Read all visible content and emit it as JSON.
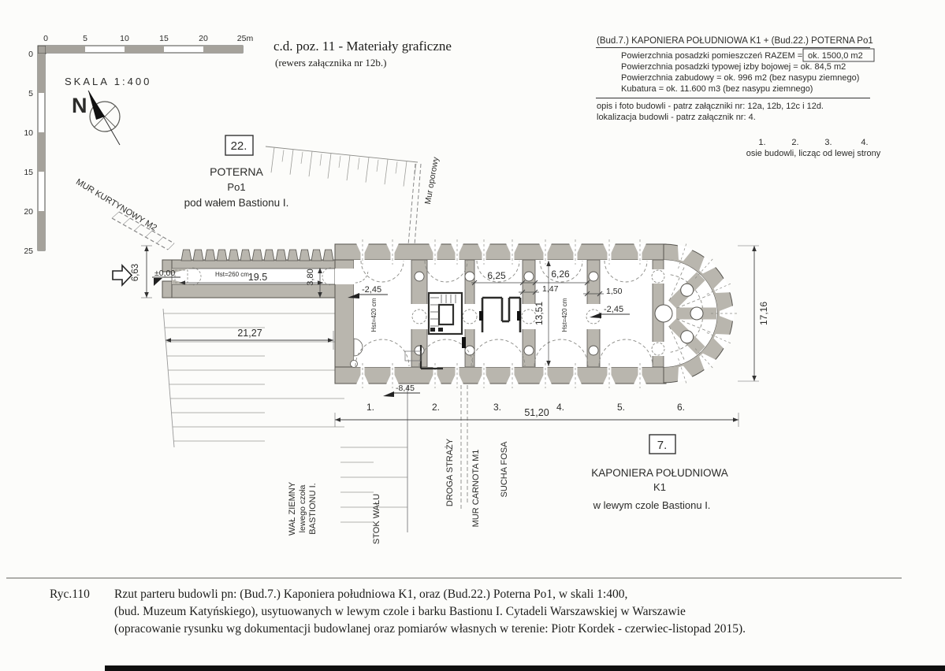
{
  "header": {
    "line1": "c.d. poz. 11 - Materiały graficzne",
    "line2": "(rewers załącznika nr 12b.)"
  },
  "info": {
    "title": "(Bud.7.)  KAPONIERA POŁUDNIOWA K1 +  (Bud.22.)  POTERNA Po1",
    "razem_label": "Powierzchnia posadzki pomieszczeń RAZEM =",
    "razem_value": "ok.  1500,0 m2",
    "row2": "Powierzchnia posadzki typowej izby bojowej  = ok. 84,5 m2",
    "row3": "Powierzchnia zabudowy = ok. 996 m2  (bez nasypu ziemnego)",
    "row4": "Kubatura = ok. 11.600 m3   (bez nasypu ziemnego)",
    "note1": "opis i foto budowli  - patrz załączniki nr: 12a, 12b, 12c i 12d.",
    "note2": "lokalizacja budowli  - patrz załącznik nr: 4."
  },
  "axes": {
    "n1": "1.",
    "n2": "2.",
    "n3": "3.",
    "n4": "4.",
    "caption": "osie budowli, licząc od lewej strony"
  },
  "scalebar": {
    "label": "SKALA  1:400",
    "h": [
      "0",
      "5",
      "10",
      "15",
      "20",
      "25m"
    ],
    "v": [
      "0",
      "5",
      "10",
      "15",
      "20",
      "25"
    ]
  },
  "compass": {
    "n": "N"
  },
  "poterna": {
    "num": "22.",
    "name": "POTERNA",
    "code": "Po1",
    "sub": "pod wałem Bastionu I."
  },
  "kaponiera": {
    "num": "7.",
    "name": "KAPONIERA POŁUDNIOWA",
    "code": "K1",
    "sub": "w lewym czole Bastionu I."
  },
  "walls": {
    "kurtynowy": "MUR KURTYNOWY M2",
    "oporowy": "Mur oporowy",
    "wal1": "WAŁ ZIEMNY",
    "wal2": "lewego czoła",
    "wal3": "BASTIONU I.",
    "stok": "STOK WAŁU",
    "droga": "DROGA STRAŻY",
    "carnota": "MUR CARNOTA M1",
    "fosa": "SUCHA FOSA"
  },
  "dims": {
    "d663": "6,63",
    "lvl0": "±0,00",
    "hst260": "Hst=260 cm",
    "d195": "19.5",
    "d380": "3,80",
    "d2127": "21,27",
    "lvl245a": "-2,45",
    "lvl245b": "-2,45",
    "lvl845": "-8,45",
    "d625": "6,25",
    "d626": "6,26",
    "d147": "1,47",
    "d150": "1,50",
    "d1351": "13,51",
    "hst420a": "Hst=420 cm",
    "hst420b": "Hst=420 cm",
    "d1716": "17,16",
    "d5120": "51,20",
    "axis": [
      "1.",
      "2.",
      "3.",
      "4.",
      "5.",
      "6."
    ]
  },
  "caption": {
    "fig": "Ryc.110",
    "l1": "Rzut parteru budowli pn:  (Bud.7.)  Kaponiera południowa  K1,  oraz  (Bud.22.)  Poterna  Po1,  w skali 1:400,",
    "l2": "(bud. Muzeum Katyńskiego), usytuowanych  w lewym czole i barku Bastionu I.   Cytadeli Warszawskiej  w  Warszawie",
    "l3": "(opracowanie rysunku wg dokumentacji budowlanej oraz pomiarów własnych w terenie: Piotr Kordek - czerwiec-listopad 2015)."
  },
  "colors": {
    "wall_gray": "#b9b6ae",
    "ink": "#3c3c38",
    "paper": "#fcfcfa"
  }
}
